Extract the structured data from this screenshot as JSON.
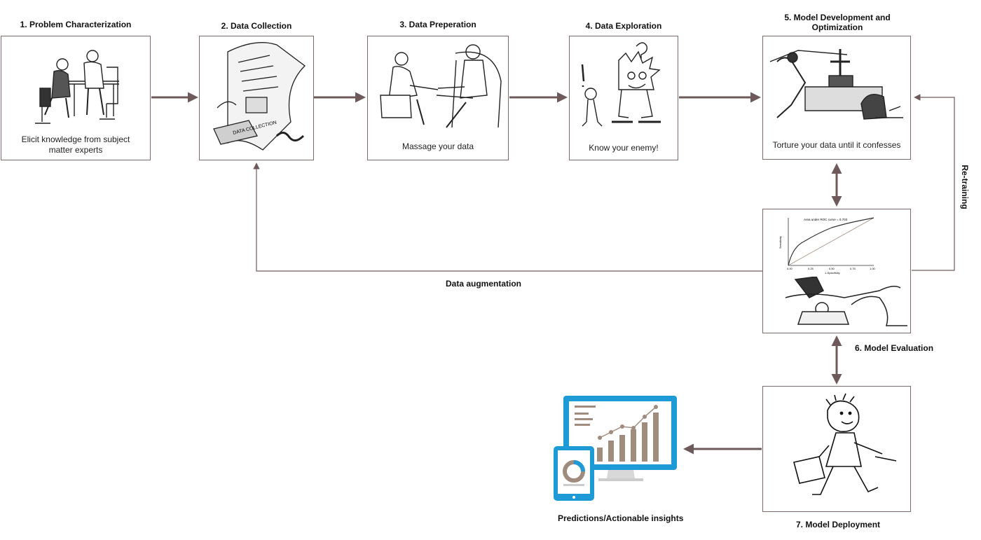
{
  "steps": [
    {
      "title": "1. Problem Characterization",
      "caption": "Elicit knowledge from subject matter experts"
    },
    {
      "title": "2. Data Collection",
      "caption": ""
    },
    {
      "title": "3. Data Preperation",
      "caption": "Massage your data"
    },
    {
      "title": "4. Data Exploration",
      "caption": "Know your enemy!"
    },
    {
      "title": "5. Model Development and Optimization",
      "caption": "Torture your data until it confesses"
    },
    {
      "title": "6. Model Evaluation",
      "caption": ""
    },
    {
      "title": "7. Model Deployment",
      "caption": ""
    }
  ],
  "loop_labels": {
    "data_augmentation": "Data augmentation",
    "retraining": "Re-training"
  },
  "output_label": "Predictions/Actionable insights",
  "roc": {
    "legend": "Area under ROC curve = 0.703",
    "xlabel": "1-Specificity",
    "ylabel": "Sensitivity",
    "ticks": [
      "0.00",
      "0.25",
      "0.50",
      "0.75",
      "1.00"
    ]
  },
  "stamp_text": "DATA COLLECTION",
  "colors": {
    "arrow": "#6e5a5a",
    "box_border": "#7a6a6a",
    "screen": "#1e9bd7",
    "bar": "#a08c7e"
  }
}
